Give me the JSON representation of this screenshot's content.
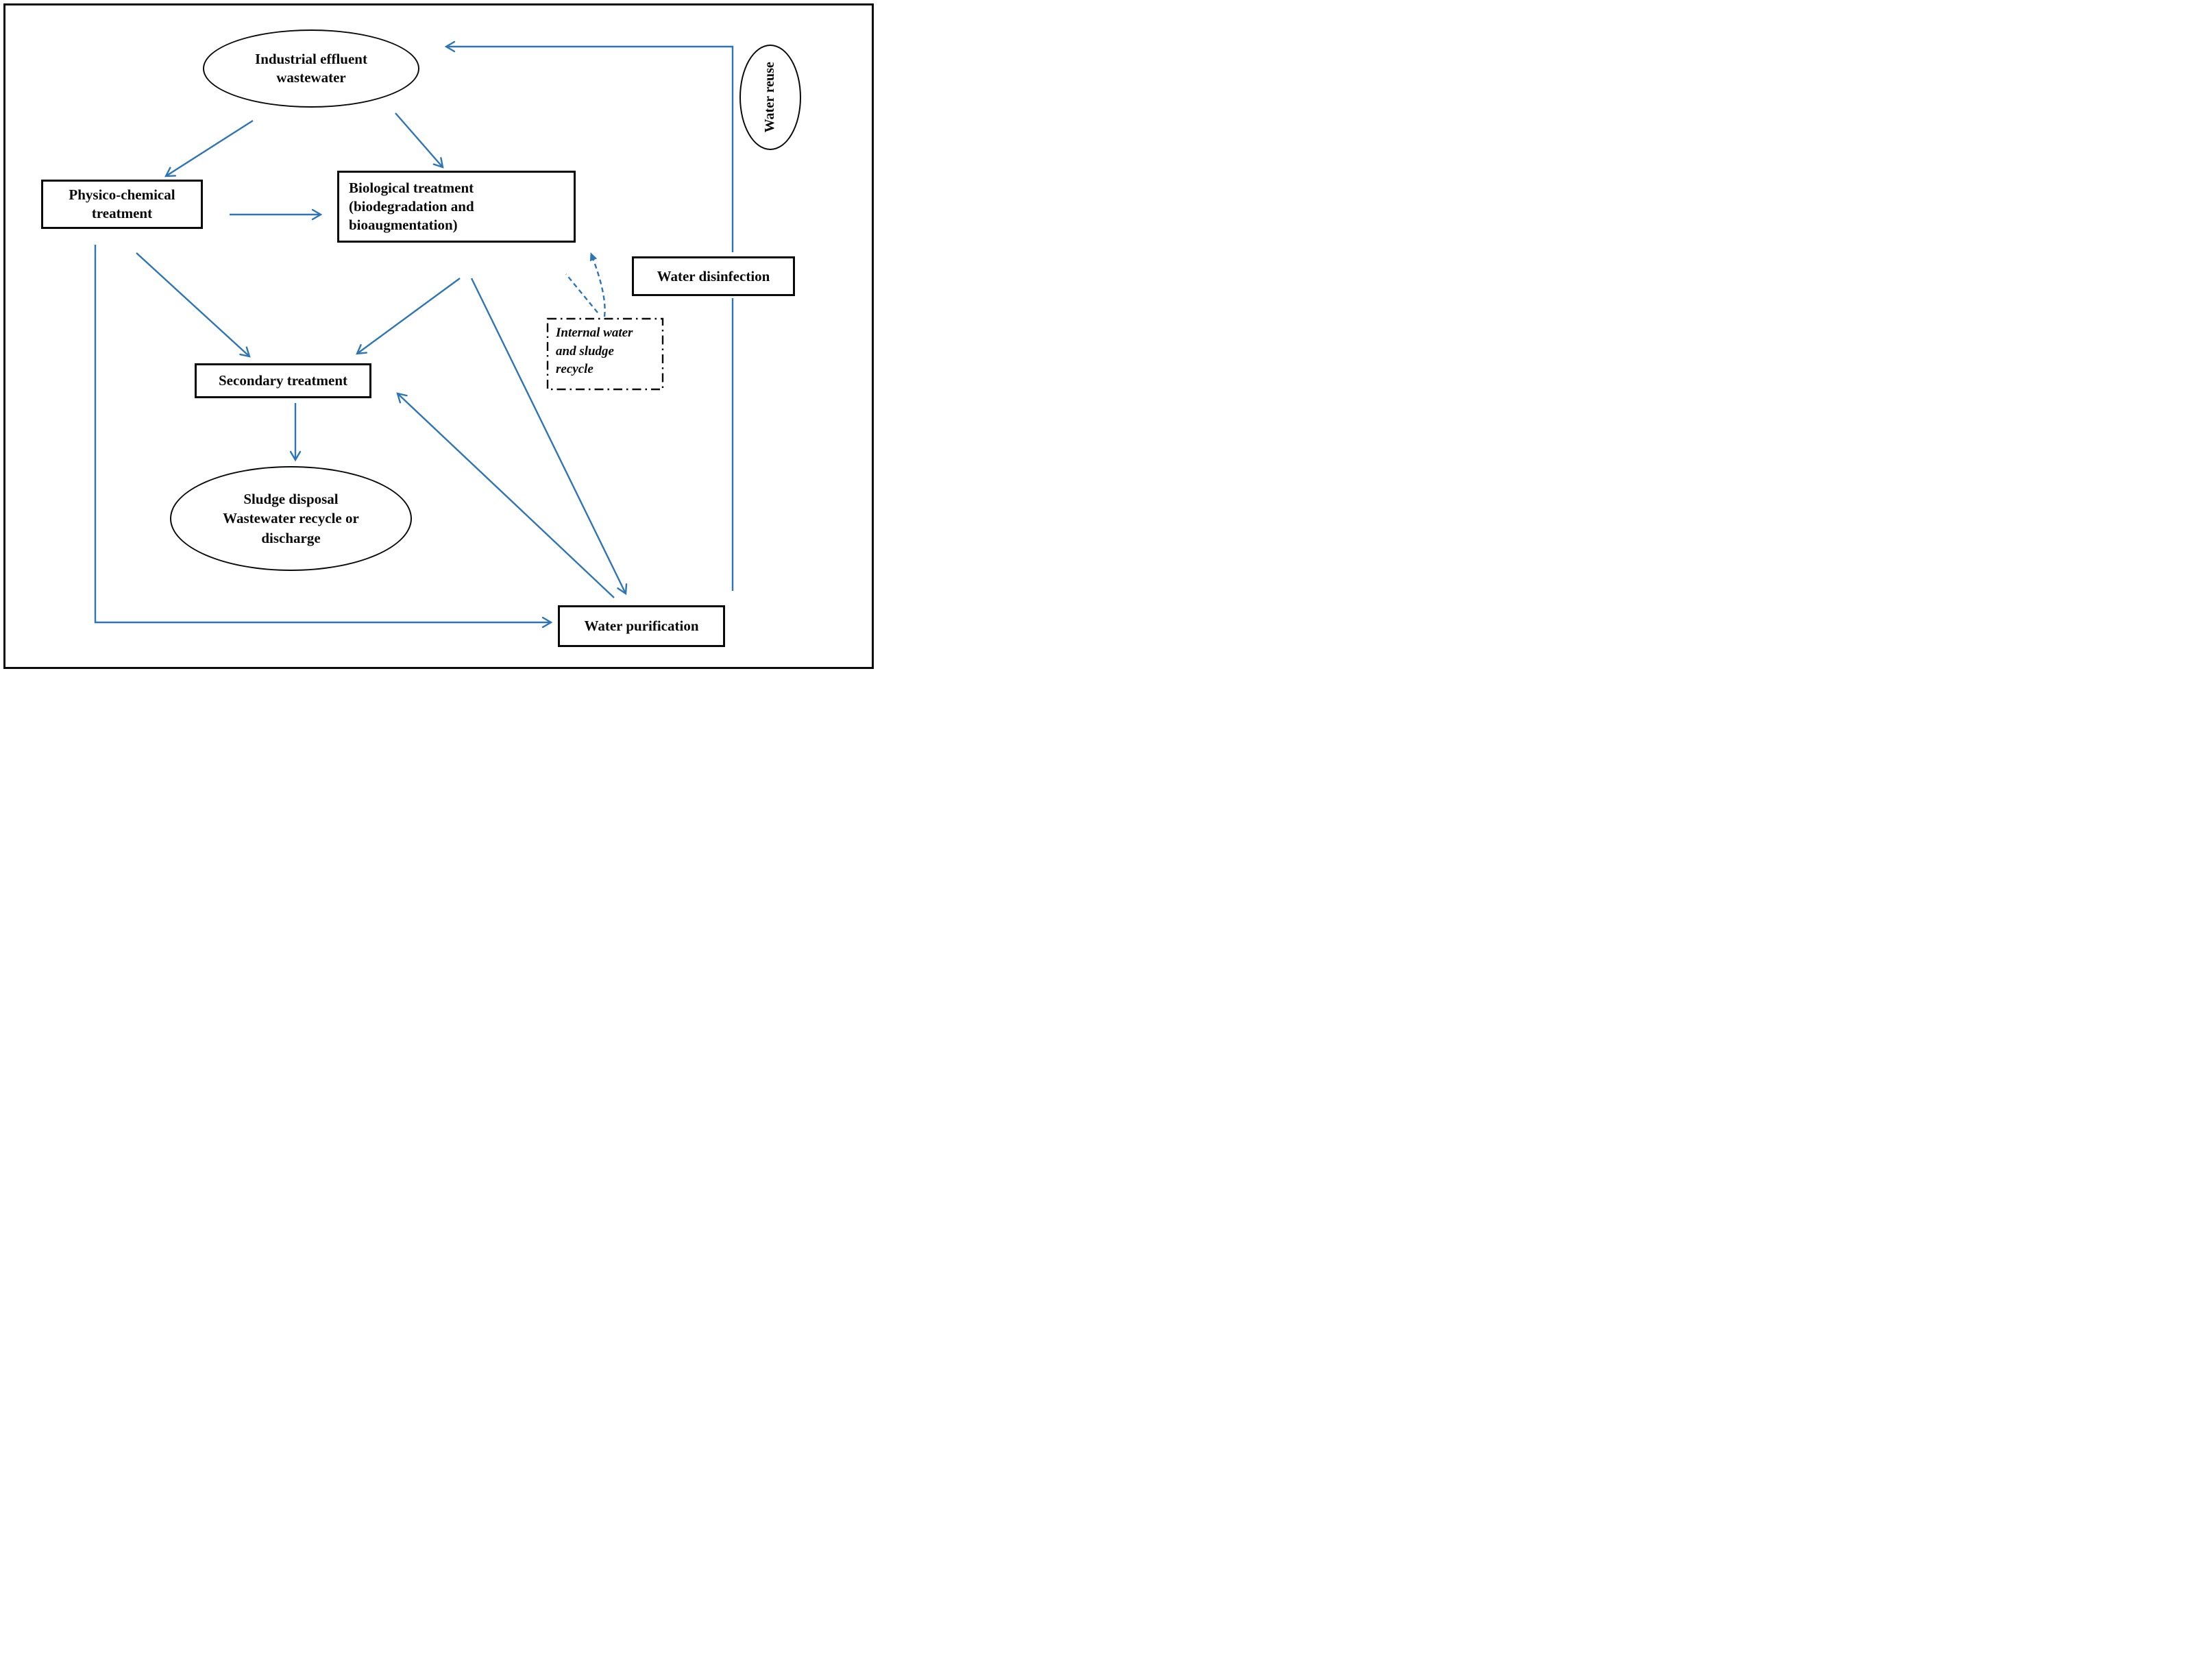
{
  "figure": {
    "type": "flowchart",
    "colors": {
      "arrow": "#2E75B6",
      "node_border": "#0a0a0a",
      "background": "#FFFFFF"
    },
    "nodes": {
      "industrial_effluent": {
        "shape": "ellipse",
        "label": "Industrial effluent\nwastewater"
      },
      "physico_chemical": {
        "shape": "rect",
        "label": "Physico-chemical\ntreatment"
      },
      "biological": {
        "shape": "rect",
        "label": "Biological treatment\n(biodegradation and\nbioaugmentation)"
      },
      "secondary": {
        "shape": "rect",
        "label": "Secondary treatment"
      },
      "sludge_disposal": {
        "shape": "ellipse",
        "label": "Sludge disposal\nWastewater recycle or\ndischarge"
      },
      "water_purification": {
        "shape": "rect",
        "label": "Water purification"
      },
      "water_disinfection": {
        "shape": "rect",
        "label": "Water disinfection"
      },
      "water_reuse": {
        "shape": "ellipse",
        "label": "Water reuse"
      },
      "internal_recycle": {
        "shape": "dash-dot-rect",
        "label": "Internal water\nand sludge\nrecycle"
      }
    },
    "edges": [
      {
        "from": "industrial_effluent",
        "to": "physico_chemical",
        "style": "solid-arrow"
      },
      {
        "from": "industrial_effluent",
        "to": "biological",
        "style": "solid-arrow"
      },
      {
        "from": "physico_chemical",
        "to": "biological",
        "style": "solid-arrow"
      },
      {
        "from": "physico_chemical",
        "to": "secondary",
        "style": "solid-arrow"
      },
      {
        "from": "biological",
        "to": "secondary",
        "style": "solid-arrow"
      },
      {
        "from": "biological",
        "to": "water_purification",
        "style": "solid-arrow"
      },
      {
        "from": "water_purification",
        "to": "secondary",
        "style": "solid-arrow"
      },
      {
        "from": "secondary",
        "to": "sludge_disposal",
        "style": "solid-arrow"
      },
      {
        "from": "physico_chemical",
        "to": "water_purification",
        "style": "solid-arrow-elbow"
      },
      {
        "from": "water_purification",
        "to": "water_disinfection",
        "style": "solid-line"
      },
      {
        "from": "water_disinfection",
        "to": "industrial_effluent",
        "style": "solid-arrow-elbow",
        "via": "water_reuse"
      },
      {
        "from": "internal_recycle",
        "to": "biological",
        "style": "dashed-arrow"
      },
      {
        "from": "internal_recycle",
        "to": "biological",
        "style": "dashed-line"
      }
    ]
  }
}
